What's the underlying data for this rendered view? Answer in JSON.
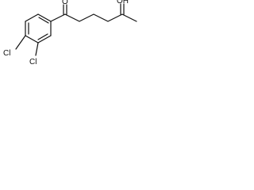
{
  "molecule": {
    "atom_labels": {
      "ketone_oxygen": "O",
      "hydroxyl": "OH",
      "chlorine_para": "Cl",
      "chlorine_meta": "Cl"
    }
  }
}
